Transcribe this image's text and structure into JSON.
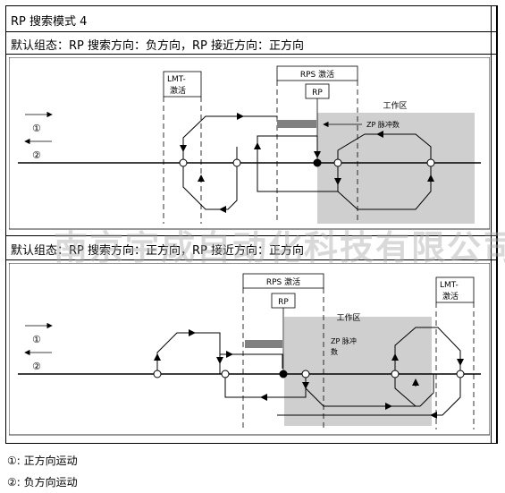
{
  "table": {
    "title": "RP 搜索模式 4",
    "row1_caption": "默认组态：RP 搜索方向：负方向，RP 接近方向：正方向",
    "row2_caption": "默认组态：RP 搜索方向：正方向，RP 接近方向：正方向"
  },
  "figure1": {
    "lmt_label_line1": "LMT-",
    "lmt_label_line2": "激活",
    "rps_label": "RPS 激活",
    "rp_label": "RP",
    "workzone_label": "工作区",
    "zp_label": "ZP 脉冲数",
    "arrow1": "①",
    "arrow2": "②"
  },
  "figure2": {
    "rps_label": "RPS 激活",
    "rp_label": "RP",
    "workzone_label": "工作区",
    "zp_label_line1": "ZP 脉冲",
    "zp_label_line2": "数",
    "lmt_label_line1": "LMT-",
    "lmt_label_line2": "激活",
    "arrow1": "①",
    "arrow2": "②"
  },
  "legend": {
    "item1": "①: 正方向运动",
    "item2": "②: 负方向运动"
  },
  "watermark": "南京宇成自动化科技有限公司",
  "colors": {
    "workzone": "#cfcfcf",
    "zp_bar": "#808080"
  }
}
